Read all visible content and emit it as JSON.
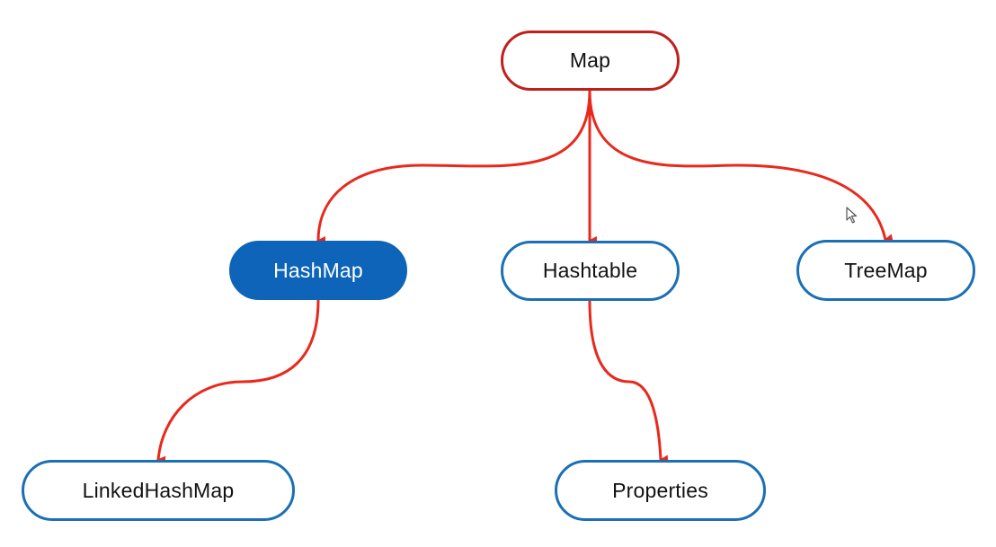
{
  "diagram": {
    "nodes": [
      {
        "id": "map",
        "label": "Map"
      },
      {
        "id": "hashmap",
        "label": "HashMap"
      },
      {
        "id": "hashtable",
        "label": "Hashtable"
      },
      {
        "id": "treemap",
        "label": "TreeMap"
      },
      {
        "id": "linkedhashmap",
        "label": "LinkedHashMap"
      },
      {
        "id": "properties",
        "label": "Properties"
      }
    ],
    "edges": [
      {
        "from": "map",
        "to": "hashmap"
      },
      {
        "from": "map",
        "to": "hashtable"
      },
      {
        "from": "map",
        "to": "treemap"
      },
      {
        "from": "hashmap",
        "to": "linkedhashmap"
      },
      {
        "from": "hashtable",
        "to": "properties"
      }
    ],
    "highlighted_node": "hashmap"
  },
  "colors": {
    "edge": "#e8291c",
    "node_border": "#1a6fb5",
    "root_border": "#c0201c",
    "highlight_fill": "#0d64b8"
  },
  "cursor": {
    "icon": "mouse-pointer-icon"
  }
}
